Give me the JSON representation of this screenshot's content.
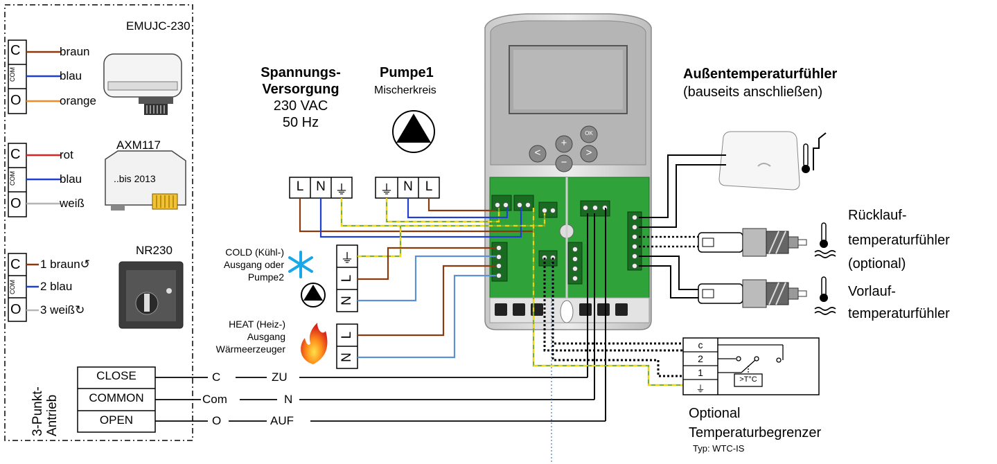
{
  "actuators": {
    "emujc": {
      "title": "EMUJC-230",
      "terminals": [
        "C",
        "COM",
        "O"
      ],
      "wires": [
        {
          "label": "braun",
          "color": "#8b3a0e"
        },
        {
          "label": "blau",
          "color": "#1f3fd1"
        },
        {
          "label": "orange",
          "color": "#f08a24"
        }
      ]
    },
    "axm": {
      "title": "AXM117",
      "note": "..bis 2013",
      "terminals": [
        "C",
        "COM",
        "O"
      ],
      "wires": [
        {
          "label": "rot",
          "color": "#e32020"
        },
        {
          "label": "blau",
          "color": "#1f3fd1"
        },
        {
          "label": "weiß",
          "color": "#b5b5b5"
        }
      ]
    },
    "nr": {
      "title": "NR230",
      "terminals": [
        "C",
        "COM",
        "O"
      ],
      "wires": [
        {
          "label": "1  braun↺",
          "color": "#8b3a0e"
        },
        {
          "label": "2  blau",
          "color": "#1f3fd1"
        },
        {
          "label": "3  weiß↻",
          "color": "#b5b5b5"
        }
      ]
    },
    "antrieb_label": "3-Punkt-\nAntrieb",
    "antrieb_rows": [
      {
        "name": "CLOSE",
        "short": "C",
        "de": "ZU"
      },
      {
        "name": "COMMON",
        "short": "Com",
        "de": "N"
      },
      {
        "name": "OPEN",
        "short": "O",
        "de": "AUF"
      }
    ]
  },
  "power": {
    "title1": "Spannungs-",
    "title2": "Versorgung",
    "voltage": "230 VAC",
    "freq": "50 Hz",
    "terminals": [
      "L",
      "N",
      "⏚"
    ]
  },
  "pump1": {
    "title": "Pumpe1",
    "subtitle": "Mischerkreis",
    "terminals": [
      "⏚",
      "N",
      "L"
    ]
  },
  "cold": {
    "line1": "COLD (Kühl-)",
    "line2": "Ausgang oder",
    "line3": "Pumpe2",
    "terminals": [
      "⏚",
      "L",
      "N"
    ]
  },
  "heat": {
    "line1": "HEAT (Heiz-)",
    "line2": "Ausgang",
    "line3": "Wärmeerzeuger",
    "terminals": [
      "L",
      "N"
    ]
  },
  "outdoor": {
    "title": "Außentemperaturfühler",
    "subtitle": "(bauseits anschließen)"
  },
  "return_sensor": {
    "line1": "Rücklauf-",
    "line2": "temperaturfühler",
    "line3": "(optional)"
  },
  "flow_sensor": {
    "line1": "Vorlauf-",
    "line2": "temperaturfühler"
  },
  "limiter": {
    "terminals": [
      "c",
      "2",
      "1",
      "⏚"
    ],
    "symbol": ">T°C",
    "line1": "Optional",
    "line2": "Temperaturbegrenzer",
    "line3": "Typ: WTC-IS"
  },
  "controller": {
    "buttons": [
      "<",
      "+",
      "−",
      ">",
      "OK"
    ]
  },
  "colors": {
    "brown": "#8b3a0e",
    "blue": "#1f3fd1",
    "lightblue": "#5b8fd6",
    "earth_green": "#7fae2e",
    "earth_yellow": "#f1d20f",
    "board_green": "#2fa33a",
    "dashed_blue": "#3a74c8"
  }
}
